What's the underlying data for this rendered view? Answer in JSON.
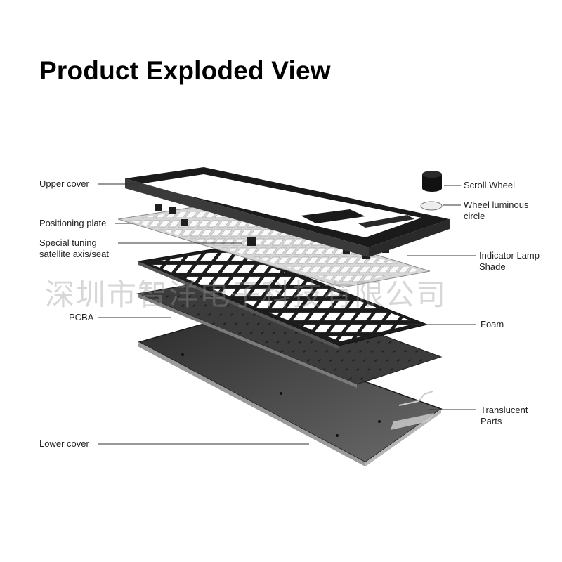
{
  "title": "Product Exploded View",
  "labels": {
    "upper_cover": "Upper cover",
    "positioning_plate": "Positioning plate",
    "special_tuning_1": "Special tuning",
    "special_tuning_2": "satellite axis/seat",
    "pcba": "PCBA",
    "lower_cover": "Lower cover",
    "scroll_wheel": "Scroll Wheel",
    "wheel_circle_1": "Wheel luminous",
    "wheel_circle_2": "circle",
    "indicator_1": "Indicator Lamp",
    "indicator_2": "Shade",
    "foam": "Foam",
    "translucent_1": "Translucent",
    "translucent_2": "Parts"
  },
  "watermark": "深圳市智洋电子科技有限公司",
  "colors": {
    "frame": "#1a1a1a",
    "plate": "#d9d9d9",
    "foam": "#1c1c1c",
    "pcb": "#3a3a3a",
    "case": "#444444"
  }
}
